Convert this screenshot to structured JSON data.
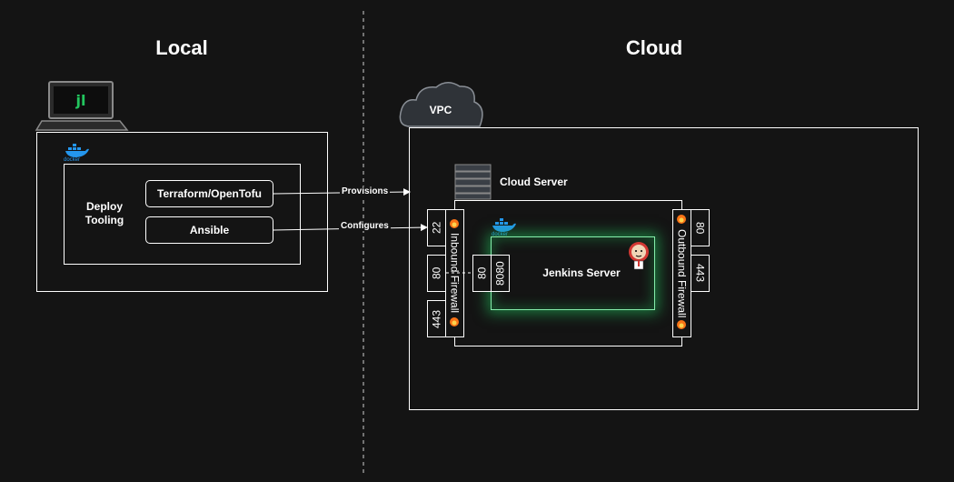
{
  "sections": {
    "local": "Local",
    "cloud": "Cloud"
  },
  "local": {
    "deploy_tooling": "Deploy Tooling",
    "terraform": "Terraform/OpenTofu",
    "ansible": "Ansible",
    "docker_caption": "docker"
  },
  "arrows": {
    "provisions": "Provisions",
    "configures": "Configures"
  },
  "cloud": {
    "vpc": "VPC",
    "cloud_server": "Cloud Server",
    "inbound_firewall": "Inbound Firewall",
    "outbound_firewall": "Outbound Firewall",
    "inbound_ports": [
      "22",
      "80",
      "443"
    ],
    "outbound_ports": [
      "80",
      "443"
    ],
    "host_port": "80",
    "container_port": "8080",
    "jenkins_server": "Jenkins Server",
    "docker_caption": "docker"
  },
  "colors": {
    "background": "#141414",
    "jenkins_glow": "#22c55e",
    "docker_blue": "#2496ed",
    "firewall_orange": "#f97316"
  }
}
